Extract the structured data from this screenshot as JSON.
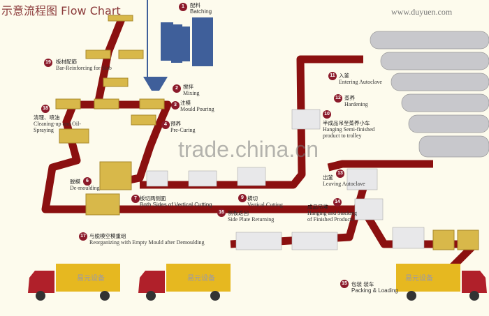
{
  "title": "示意流程图  Flow Chart",
  "website": "www.duyuen.com",
  "watermark": "trade.china.cn",
  "truck_logo": "易元设备",
  "colors": {
    "conveyor": "#8b1010",
    "mould": "#d8b84a",
    "silo": "#3f5f9a",
    "step_badge": "#8b1a2a",
    "truck_cab": "#b0202a",
    "truck_box": "#e6b820",
    "autoclave": "#c8c8cc"
  },
  "steps": [
    {
      "n": "1",
      "cn": "配料",
      "en": "Batching"
    },
    {
      "n": "2",
      "cn": "搅拌",
      "en": "Mixing"
    },
    {
      "n": "3",
      "cn": "注模",
      "en": "Mould Pouring"
    },
    {
      "n": "4",
      "cn": "预养",
      "en": "Pre-Curing"
    },
    {
      "n": "6",
      "cn": "脱模",
      "en": "De-moulding"
    },
    {
      "n": "7",
      "cn": "板切两侧面",
      "en": "Both Sides of Vertical Cutting"
    },
    {
      "n": "9",
      "cn": "横切",
      "en": "Vertical Cutting"
    },
    {
      "n": "10",
      "cn": "半成品吊至蒸养小车",
      "en": "Hanging Semi-finished product to trolley"
    },
    {
      "n": "11",
      "cn": "入釜",
      "en": "Entering Autoclave"
    },
    {
      "n": "12",
      "cn": "蒸养",
      "en": "Hardening"
    },
    {
      "n": "13",
      "cn": "出釜",
      "en": "Leaving Autoclave"
    },
    {
      "n": "14",
      "cn": "成品吊堆",
      "en": "Hanging and Stacking of Finished Products"
    },
    {
      "n": "15",
      "cn": "包装 装车",
      "en": "Packing & Loading"
    },
    {
      "n": "16",
      "cn": "侧板返回",
      "en": "Side Plate Returning"
    },
    {
      "n": "17",
      "cn": "与脱模空模重组",
      "en": "Reorganizing with Empty Mould after Demoulding"
    },
    {
      "n": "18",
      "cn": "清理、喷油",
      "en": "Cleaning-up and Oil-Spraying"
    },
    {
      "n": "19",
      "cn": "板材配筋",
      "en": "Bar-Reinforcing for Slab"
    }
  ]
}
